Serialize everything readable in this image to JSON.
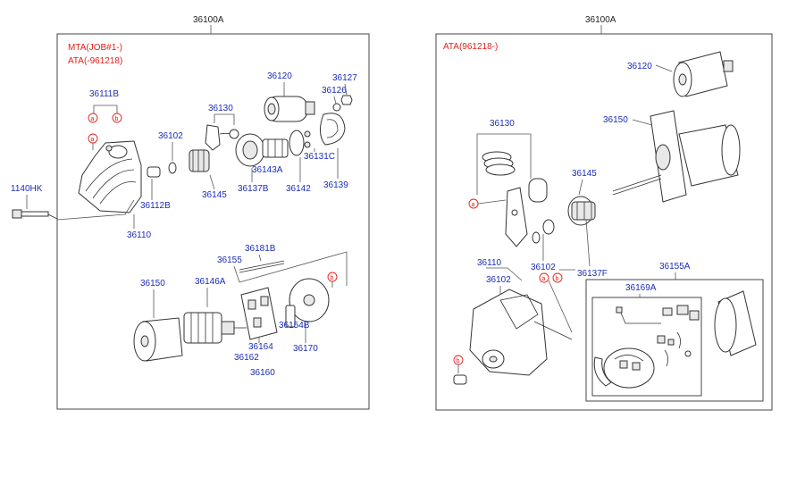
{
  "left_panel": {
    "assembly": "36100A",
    "notes": [
      "MTA(JOB#1-)",
      "ATA(-961218)"
    ],
    "outside_label": "1140HK",
    "labels": {
      "l36111B": "36111B",
      "l36102": "36102",
      "l36130": "36130",
      "l36120": "36120",
      "l36127": "36127",
      "l36126": "36126",
      "l36131C": "36131C",
      "l36143A": "36143A",
      "l36145": "36145",
      "l36137B": "36137B",
      "l36142": "36142",
      "l36139": "36139",
      "l36112B": "36112B",
      "l36110": "36110",
      "l36181B": "36181B",
      "l36155": "36155",
      "l36150": "36150",
      "l36146A": "36146A",
      "l36154B": "36154B",
      "l36164": "36164",
      "l36162": "36162",
      "l36160": "36160",
      "l36170": "36170"
    }
  },
  "right_panel": {
    "assembly": "36100A",
    "note": "ATA(961218-)",
    "labels": {
      "r36120": "36120",
      "r36150": "36150",
      "r36130": "36130",
      "r36145": "36145",
      "r36110": "36110",
      "r36102a": "36102",
      "r36102b": "36102",
      "r36137F": "36137F",
      "r36155A": "36155A",
      "r36169A": "36169A"
    }
  },
  "markers": {
    "a": "a",
    "b": "b"
  },
  "colors": {
    "part_number": "#1a2cb8",
    "note": "#e0201a",
    "line": "#444444"
  }
}
